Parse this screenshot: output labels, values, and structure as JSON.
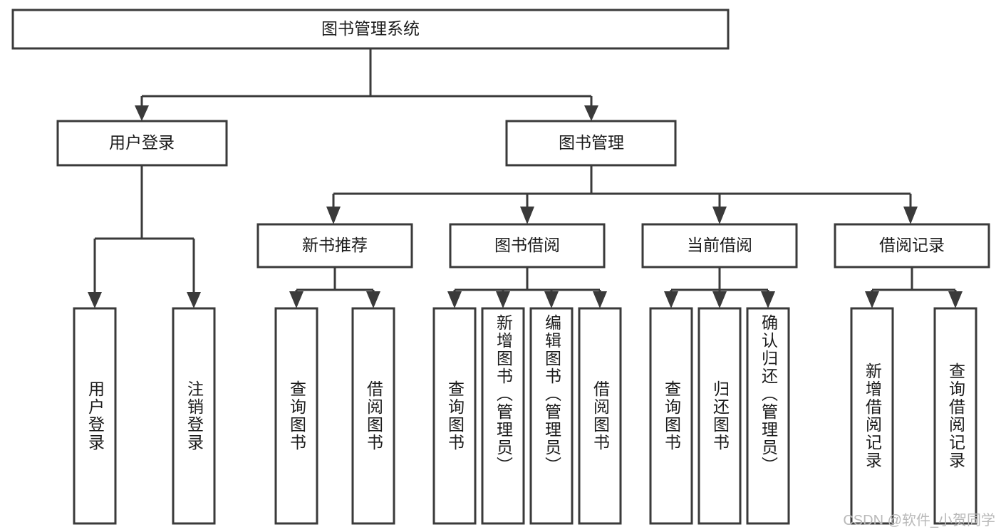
{
  "diagram": {
    "type": "tree",
    "title": "图书管理系统",
    "watermark": "CSDN @软件_小贺同学",
    "colors": {
      "stroke": "#3a3a3a",
      "box_fill": "#ffffff",
      "text": "#1b1b1b",
      "watermark": "#b9b9b9",
      "background": "#ffffff"
    },
    "levels": {
      "root": {
        "label": "图书管理系统"
      },
      "level2": [
        {
          "label": "用户登录"
        },
        {
          "label": "图书管理"
        }
      ],
      "level3": [
        {
          "label": "新书推荐"
        },
        {
          "label": "图书借阅"
        },
        {
          "label": "当前借阅"
        },
        {
          "label": "借阅记录"
        }
      ],
      "leaves": {
        "user_login": [
          {
            "label": "用户登录"
          },
          {
            "label": "注销登录"
          }
        ],
        "new_book_recommend": [
          {
            "label": "查询图书"
          },
          {
            "label": "借阅图书"
          }
        ],
        "book_borrow": [
          {
            "label": "查询图书"
          },
          {
            "label": "新增图书（管理员）"
          },
          {
            "label": "编辑图书（管理员）"
          },
          {
            "label": "借阅图书"
          }
        ],
        "current_borrow": [
          {
            "label": "查询图书"
          },
          {
            "label": "归还图书"
          },
          {
            "label": "确认归还（管理员）"
          }
        ],
        "borrow_record": [
          {
            "label": "新增借阅记录"
          },
          {
            "label": "查询借阅记录"
          }
        ]
      }
    }
  }
}
